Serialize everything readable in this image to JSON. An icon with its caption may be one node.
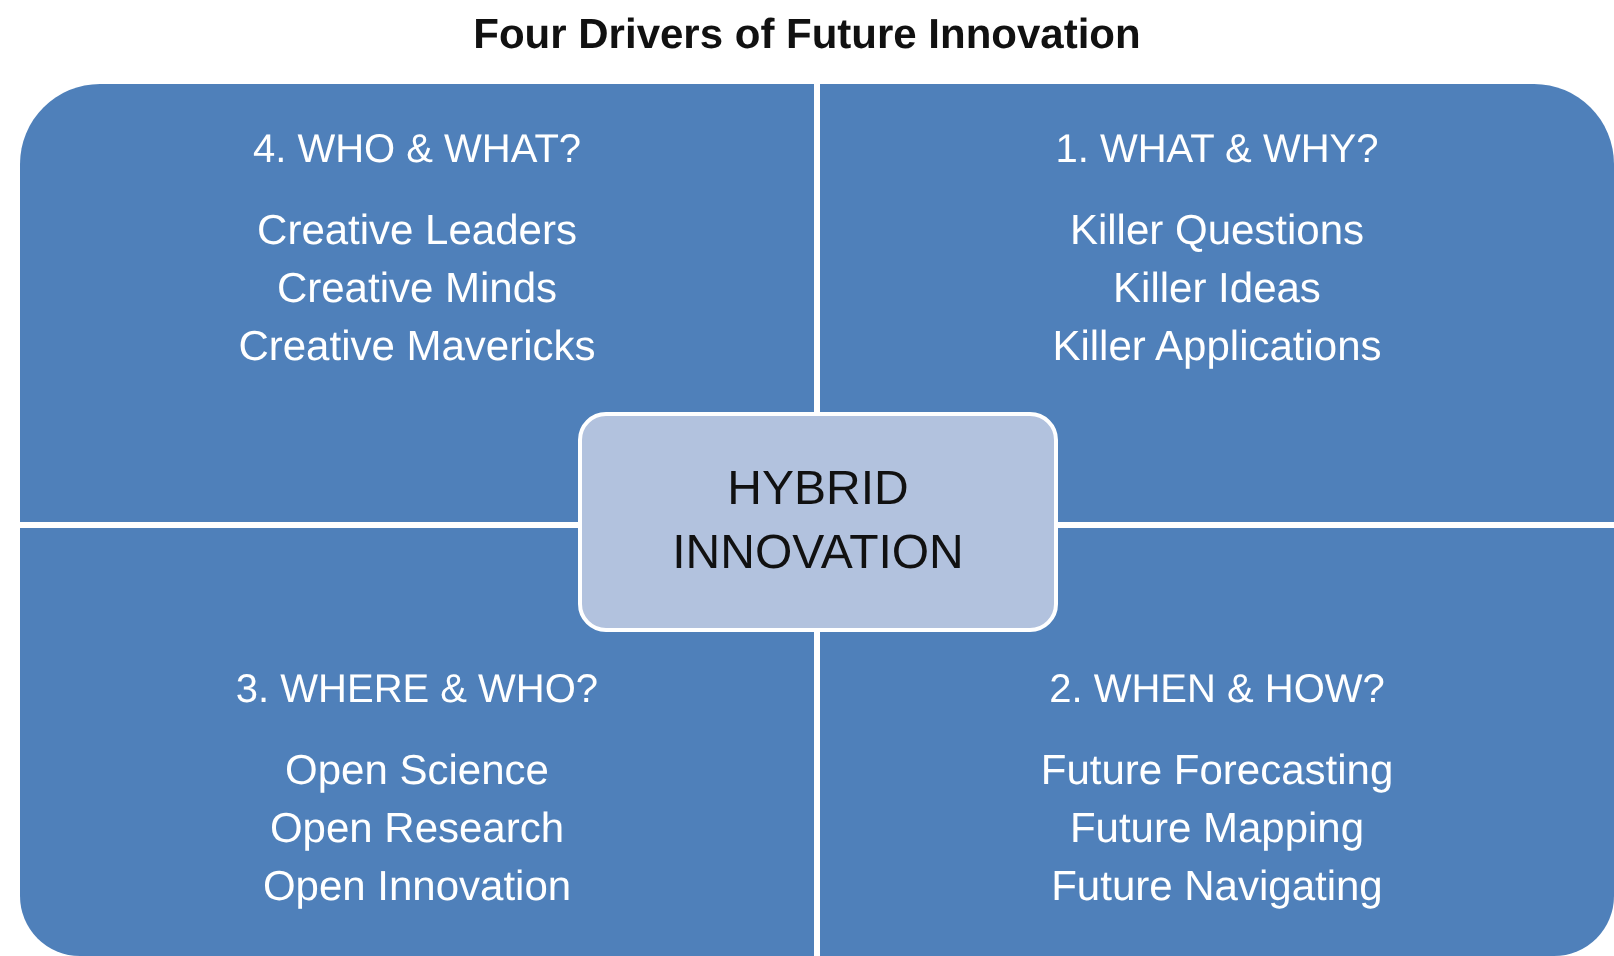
{
  "diagram": {
    "title": "Four Drivers of Future Innovation",
    "nodes": [
      {
        "text": [
          "4. WHO & WHAT?",
          "Creative Leaders",
          "Creative Minds",
          "Creative Mavericks"
        ]
      },
      {
        "text": [
          "1. WHAT & WHY?",
          "Killer Questions",
          "Killer Ideas",
          "Killer Applications"
        ]
      },
      {
        "text": [
          "3. WHERE & WHO?",
          "Open Science",
          "Open Research",
          "Open Innovation"
        ]
      },
      {
        "text": [
          "2. WHEN & HOW?",
          "Future Forecasting",
          "Future Mapping",
          "Future Navigating"
        ]
      },
      {
        "text": [
          "HYBRID INNOVATION"
        ]
      }
    ]
  }
}
